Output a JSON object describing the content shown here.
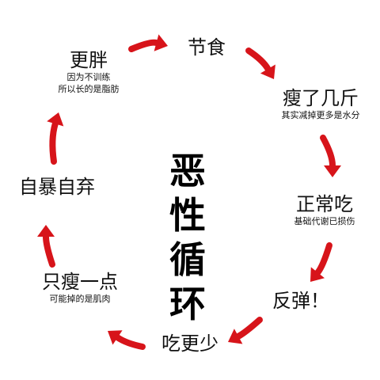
{
  "center": {
    "line1": "恶 性",
    "line2": "循 环"
  },
  "nodes": {
    "jieshi": {
      "label": "节食"
    },
    "shoule": {
      "label": "瘦了几斤",
      "note": "其实减掉更多是水分"
    },
    "zhengchang": {
      "label": "正常吃",
      "note": "基础代谢已损伤"
    },
    "fantan": {
      "label": "反弹！"
    },
    "chigengshao": {
      "label": "吃更少"
    },
    "zhishou": {
      "label": "只瘦一点",
      "note": "可能掉的是肌肉"
    },
    "zibao": {
      "label": "自暴自弃"
    },
    "gengpang": {
      "label": "更胖",
      "note1": "因为不训练",
      "note2": "所以长的是脂肪"
    }
  },
  "colors": {
    "arrow": "#d7141a",
    "text": "#111111"
  }
}
